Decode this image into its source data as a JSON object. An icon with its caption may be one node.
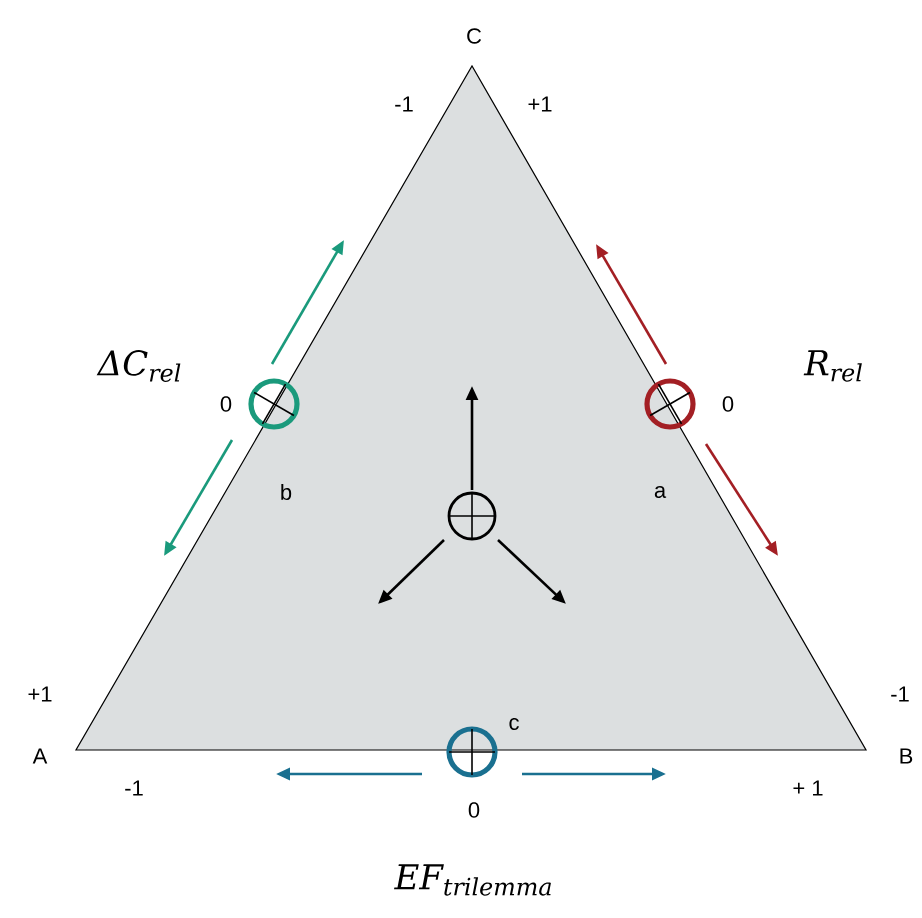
{
  "diagram": {
    "labels": [
      "C",
      "-1",
      "+1",
      "ΔC$_{rel}$",
      "R$_{rel}$",
      "0",
      "0",
      "b",
      "a",
      "+1",
      "-1",
      "c",
      "A",
      "B",
      "-1",
      "+ 1",
      "0",
      "EF$_{trilemma}$"
    ]
  }
}
